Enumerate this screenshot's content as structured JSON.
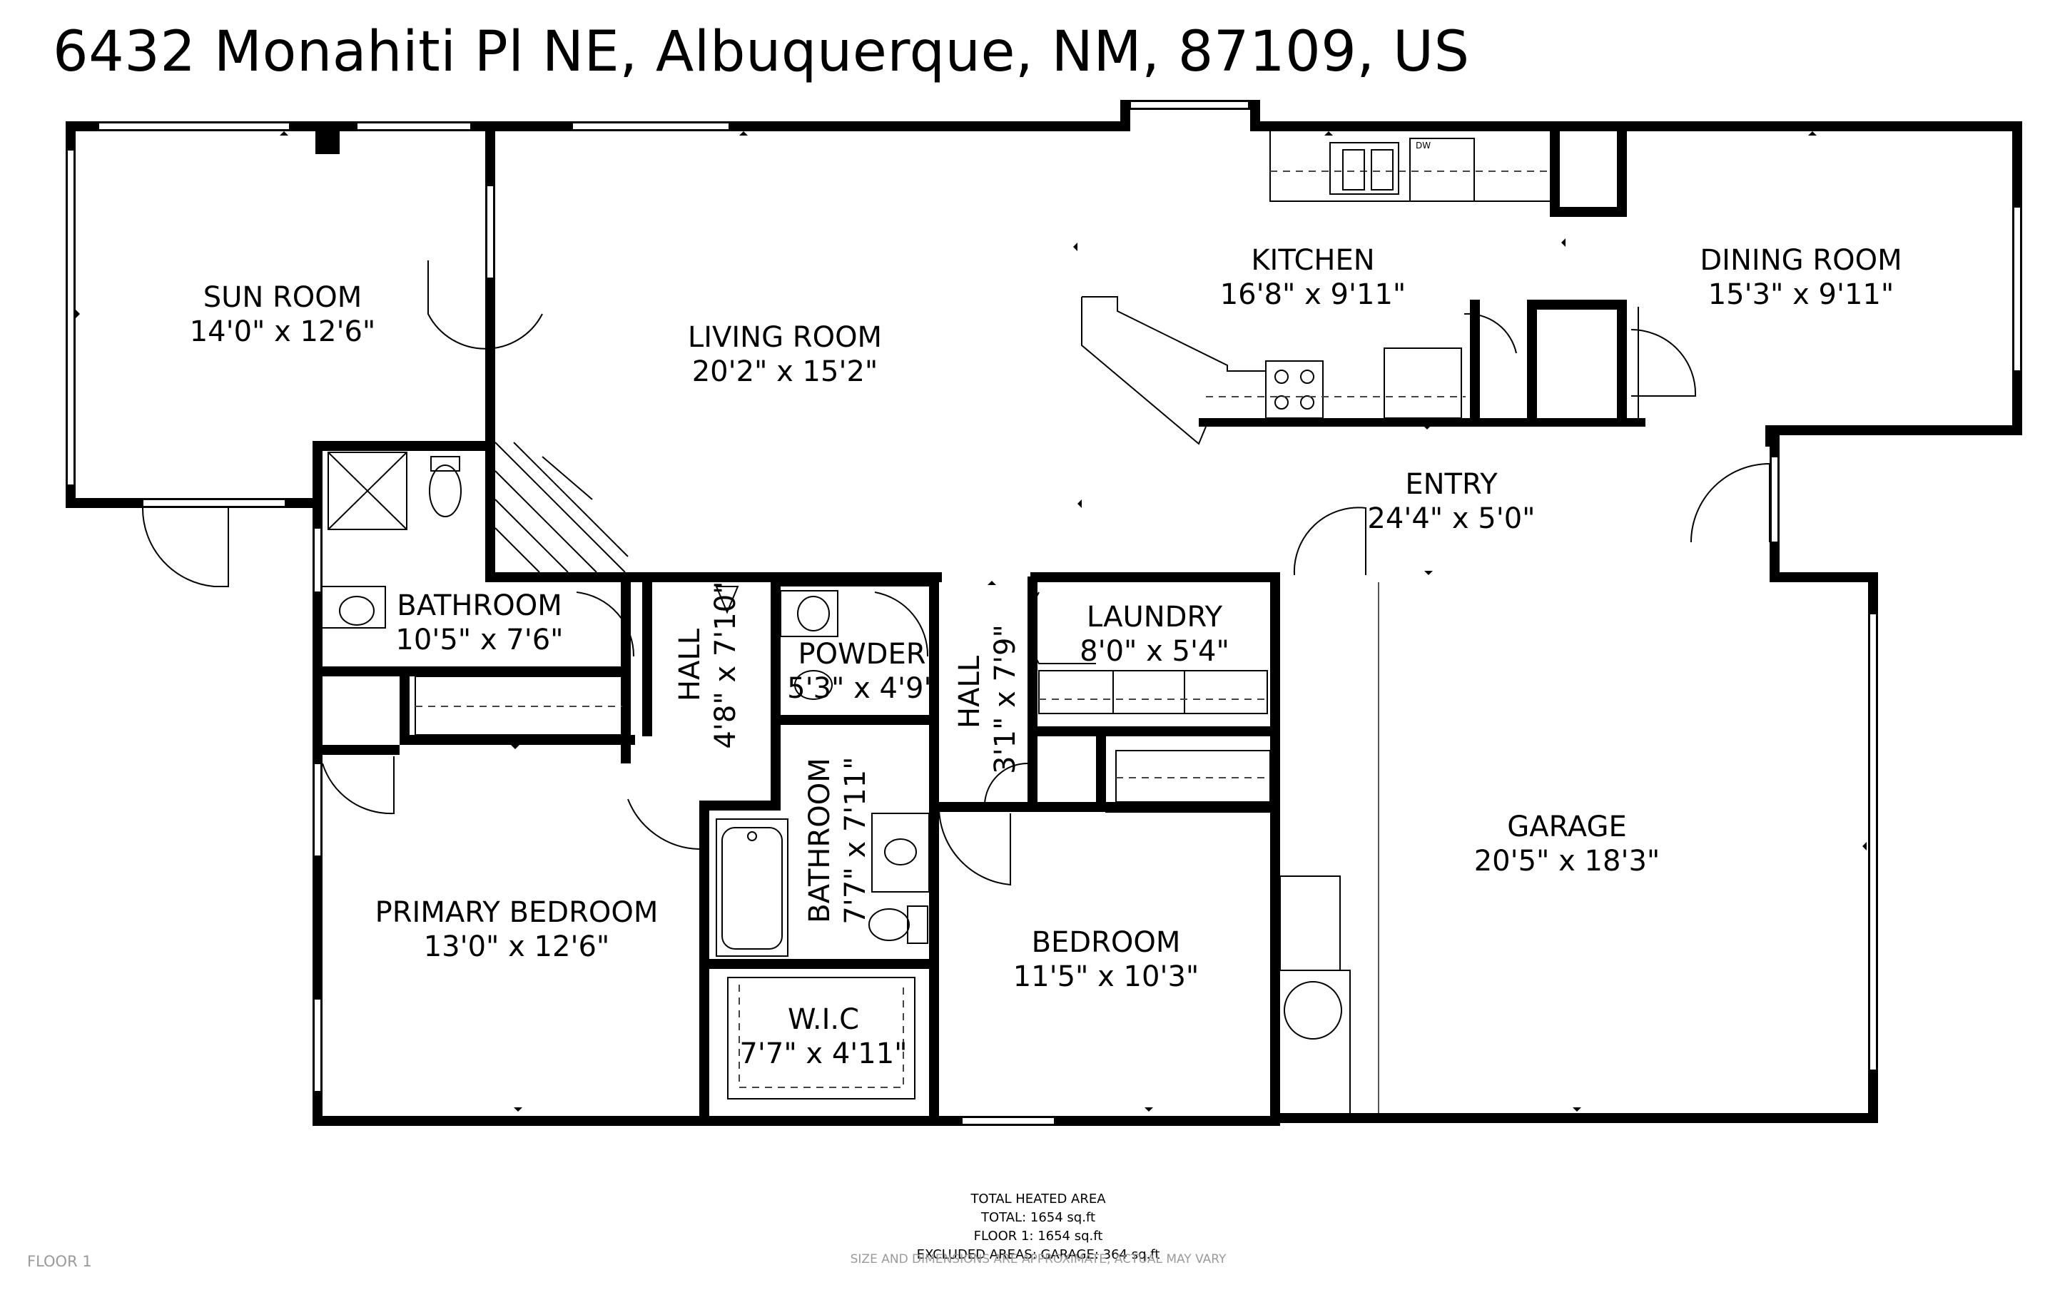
{
  "title": "6432 Monahiti Pl NE, Albuquerque, NM, 87109, US",
  "rooms": {
    "sun_room": {
      "name": "SUN ROOM",
      "dim": "14'0\" x 12'6\""
    },
    "living_room": {
      "name": "LIVING ROOM",
      "dim": "20'2\" x 15'2\""
    },
    "kitchen": {
      "name": "KITCHEN",
      "dim": "16'8\" x 9'11\""
    },
    "dining_room": {
      "name": "DINING ROOM",
      "dim": "15'3\" x 9'11\""
    },
    "entry": {
      "name": "ENTRY",
      "dim": "24'4\" x 5'0\""
    },
    "bathroom_1": {
      "name": "BATHROOM",
      "dim": "10'5\" x 7'6\""
    },
    "hall_1": {
      "name": "HALL",
      "dim": "4'8\" x 7'10\""
    },
    "powder": {
      "name": "POWDER",
      "dim": "5'3\" x 4'9\""
    },
    "hall_2": {
      "name": "HALL",
      "dim": "3'1\" x 7'9\""
    },
    "laundry": {
      "name": "LAUNDRY",
      "dim": "8'0\" x 5'4\""
    },
    "bathroom_2": {
      "name": "BATHROOM",
      "dim": "7'7\" x 7'11\""
    },
    "primary_bedroom": {
      "name": "PRIMARY BEDROOM",
      "dim": "13'0\" x 12'6\""
    },
    "wic": {
      "name": "W.I.C",
      "dim": "7'7\" x 4'11\""
    },
    "bedroom": {
      "name": "BEDROOM",
      "dim": "11'5\" x 10'3\""
    },
    "garage": {
      "name": "GARAGE",
      "dim": "20'5\" x 18'3\""
    }
  },
  "appliance_labels": {
    "dishwasher": "DW"
  },
  "summary": {
    "line1": "TOTAL HEATED AREA",
    "line2": "TOTAL: 1654 sq.ft",
    "line3": "FLOOR 1: 1654 sq.ft",
    "line4": "EXCLUDED AREAS: GARAGE: 364 sq.ft"
  },
  "disclaimer": "SIZE AND DIMENSIONS ARE APPROXIMATE, ACTUAL MAY VARY",
  "floor_label": "FLOOR 1",
  "colors": {
    "walls": "#000000",
    "background": "#ffffff",
    "muted_text": "#9a9a9a"
  }
}
